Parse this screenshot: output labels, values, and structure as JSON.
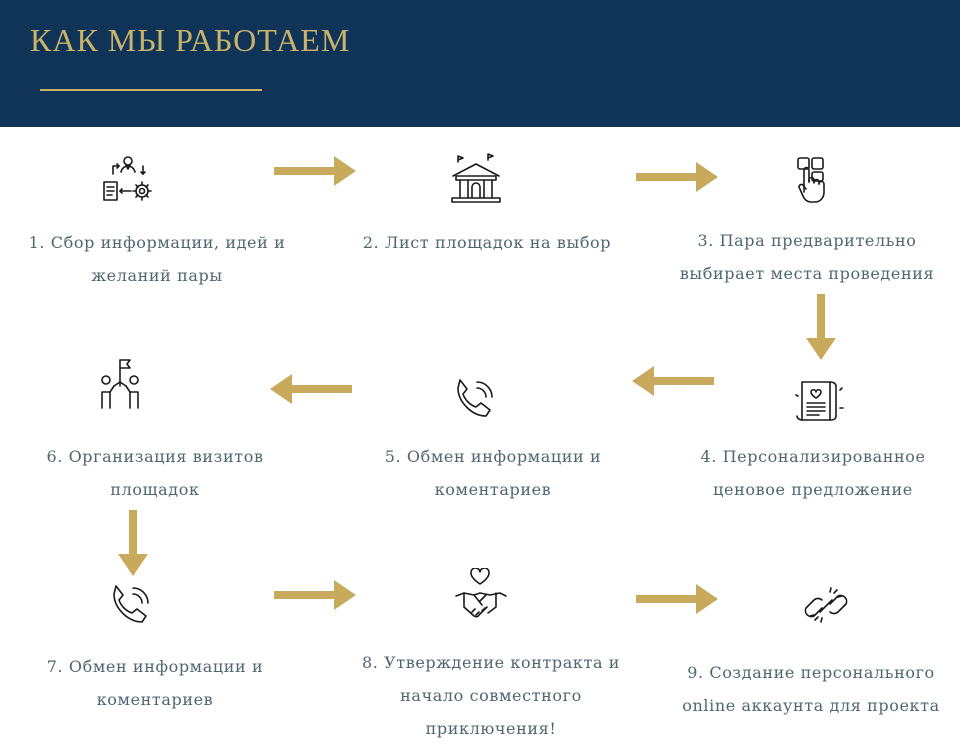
{
  "header": {
    "title": "КАК МЫ РАБОТАЕМ"
  },
  "colors": {
    "header_bg": "#0f3457",
    "accent_gold": "#c9a95c",
    "icon_dark": "#1a1a1a",
    "text": "#4f6670"
  },
  "steps": [
    {
      "label": "1. Сбор информации, идей и желаний пары",
      "icon": "data-collection-icon"
    },
    {
      "label": "2. Лист площадок на выбор",
      "icon": "venue-icon"
    },
    {
      "label": "3. Пара предварительно выбирает места проведения",
      "icon": "touch-select-icon"
    },
    {
      "label": "4. Персонализированное ценовое предложение",
      "icon": "document-icon"
    },
    {
      "label": "5. Обмен информации и коментариев",
      "icon": "phone-icon"
    },
    {
      "label": "6. Организация визитов площадок",
      "icon": "team-flag-icon"
    },
    {
      "label": "7. Обмен информации и коментариев",
      "icon": "phone-icon"
    },
    {
      "label": "8. Утверждение контракта и начало совместного приключения!",
      "icon": "handshake-heart-icon"
    },
    {
      "label": "9. Создание персонального online аккаунта для проекта",
      "icon": "link-icon"
    }
  ]
}
